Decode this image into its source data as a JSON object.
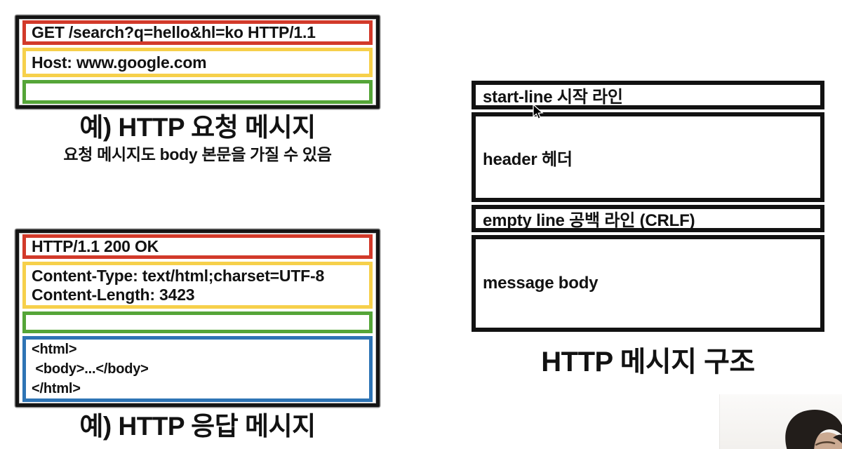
{
  "colors": {
    "red": "#d23a2a",
    "yellow": "#f6d04b",
    "green": "#55a538",
    "blue": "#2e74b5",
    "frame": "#141414"
  },
  "request_example": {
    "start_line": "GET /search?q=hello&hl=ko HTTP/1.1",
    "host_header": "Host: www.google.com",
    "empty_line": "",
    "caption": "예) HTTP 요청 메시지",
    "note": "요청 메시지도 body 본문을 가질 수 있음"
  },
  "response_example": {
    "start_line": "HTTP/1.1 200 OK",
    "headers": {
      "line1": "Content-Type: text/html;charset=UTF-8",
      "line2": "Content-Length: 3423"
    },
    "empty_line": "",
    "body": {
      "line1": "<html>",
      "line2": " <body>...</body>",
      "line3": "</html>"
    },
    "caption": "예) HTTP 응답 메시지"
  },
  "structure": {
    "start_line": "start-line 시작 라인",
    "header": "header 헤더",
    "empty_line": "empty line 공백 라인 (CRLF)",
    "message_body": "message body",
    "caption": "HTTP 메시지 구조"
  },
  "icons": {
    "cursor": "arrow-pointer",
    "webcam": "instructor-webcam"
  }
}
